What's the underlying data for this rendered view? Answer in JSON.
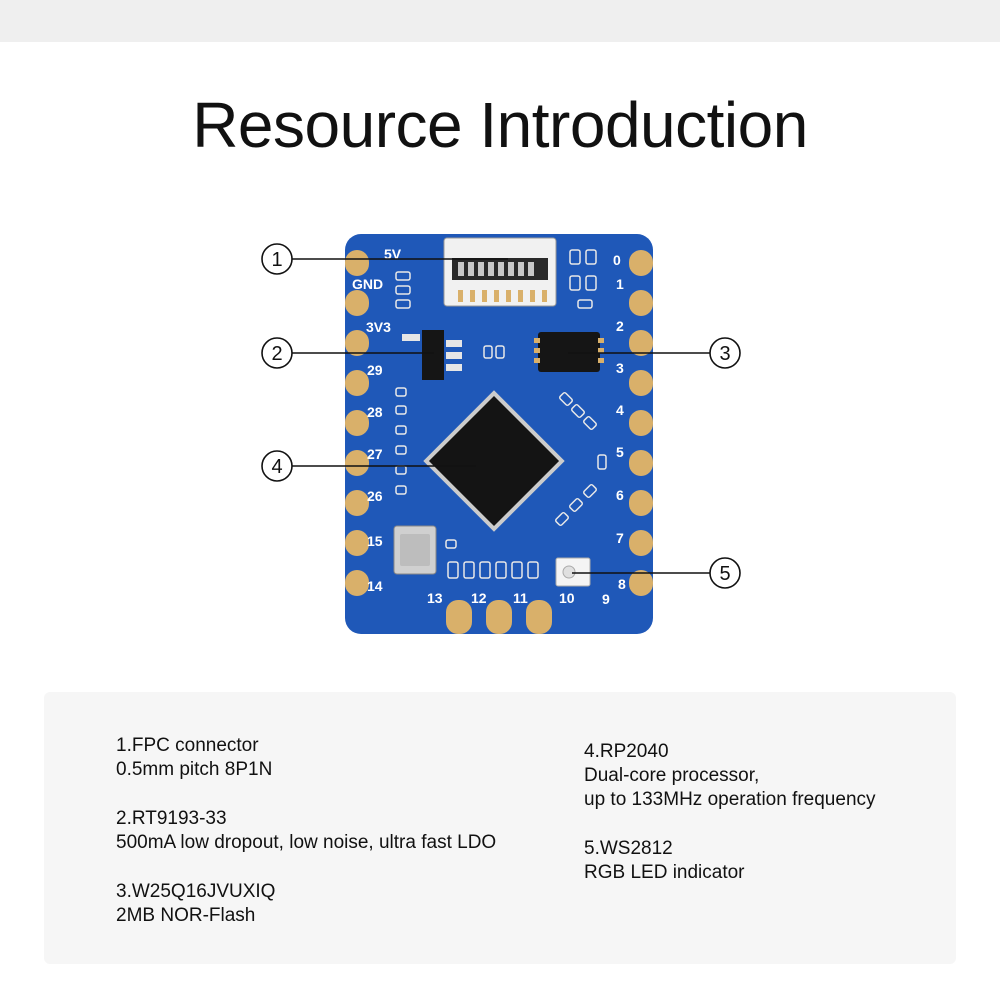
{
  "title": "Resource Introduction",
  "board": {
    "silkscreen": {
      "top_left": [
        "5V",
        "GND",
        "3V3"
      ],
      "left_pins": [
        "29",
        "28",
        "27",
        "26",
        "15",
        "14"
      ],
      "right_pins": [
        "0",
        "1",
        "2",
        "3",
        "4",
        "5",
        "6",
        "7",
        "8",
        "9"
      ],
      "bottom_pins": [
        "13",
        "12",
        "11",
        "10"
      ]
    },
    "callouts": [
      "1",
      "2",
      "3",
      "4",
      "5"
    ],
    "colors": {
      "pcb": "#1f58b8",
      "pad": "#d9b06a",
      "chip": "#1b1b1b"
    }
  },
  "info": {
    "left": [
      {
        "lines": [
          "1.FPC connector",
          "0.5mm pitch 8P1N"
        ]
      },
      {
        "lines": [
          "2.RT9193-33",
          "500mA low dropout, low noise, ultra fast LDO"
        ]
      },
      {
        "lines": [
          "3.W25Q16JVUXIQ",
          "2MB NOR-Flash"
        ]
      }
    ],
    "right": [
      {
        "lines": [
          "4.RP2040",
          "Dual-core processor,",
          "up to 133MHz operation frequency"
        ]
      },
      {
        "lines": [
          "5.WS2812",
          "RGB LED indicator"
        ]
      }
    ]
  }
}
